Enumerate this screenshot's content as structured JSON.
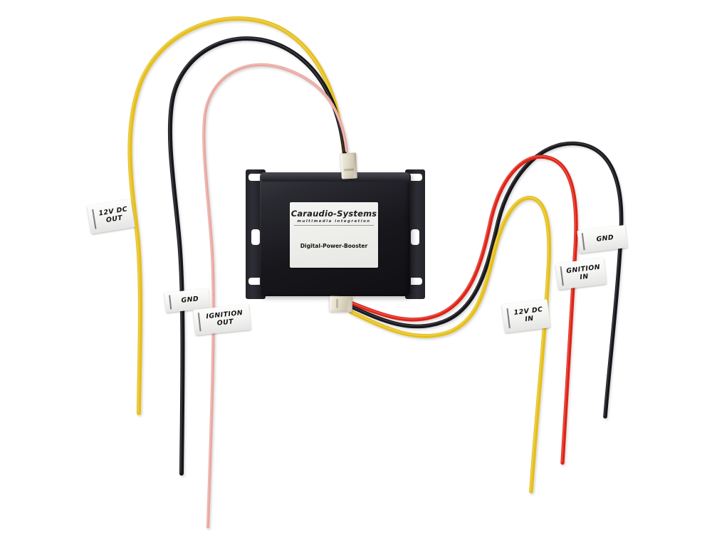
{
  "product": {
    "brand": "Caraudio-Systems",
    "tagline": "multimedia integration",
    "model": "Digital-Power-Booster"
  },
  "labels": {
    "out_12v_line1": "12V DC",
    "out_12v_line2": "OUT",
    "out_gnd_line1": "GND",
    "out_ignition_line1": "IGNITION",
    "out_ignition_line2": "OUT",
    "in_12v_line1": "12V DC",
    "in_12v_line2": "IN",
    "in_ignition_line1": "GNITION",
    "in_ignition_line2": "IN",
    "in_gnd_line1": "GND"
  },
  "colors": {
    "wire_yellow": "#e5bf1f",
    "wire_black": "#18181a",
    "wire_pink": "#e9a79f",
    "wire_red": "#df2417",
    "case_black": "#1a1a20",
    "label_white": "#f4f4f2",
    "background": "#ffffff"
  },
  "harness": {
    "output_side": [
      {
        "name": "12V DC OUT",
        "color": "#e5bf1f",
        "color_name": "yellow"
      },
      {
        "name": "GND",
        "color": "#18181a",
        "color_name": "black"
      },
      {
        "name": "IGNITION OUT",
        "color": "#e9a79f",
        "color_name": "pink"
      }
    ],
    "input_side": [
      {
        "name": "12V DC IN",
        "color": "#e5bf1f",
        "color_name": "yellow"
      },
      {
        "name": "IGNITION IN",
        "color": "#df2417",
        "color_name": "red"
      },
      {
        "name": "GND",
        "color": "#18181a",
        "color_name": "black"
      }
    ]
  }
}
